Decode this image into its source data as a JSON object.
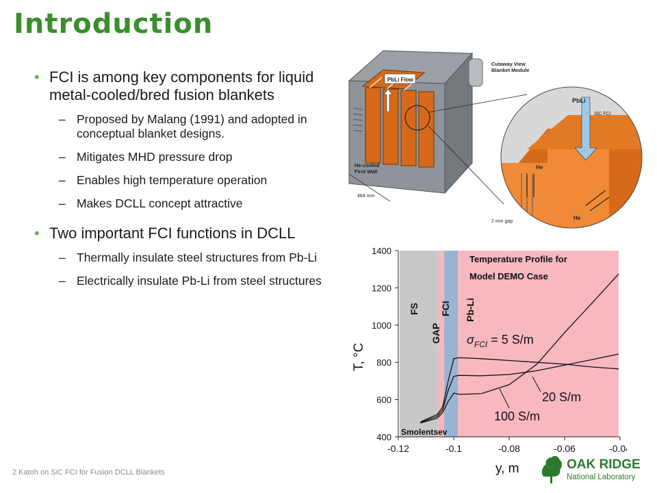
{
  "title": "Introduction",
  "bullets": [
    {
      "text": "FCI is among key components for liquid metal-cooled/bred fusion blankets",
      "sub": [
        "Proposed by Malang (1991) and adopted in conceptual blanket designs.",
        "Mitigates MHD pressure drop",
        "Enables high temperature operation",
        "Makes DCLL concept attractive"
      ]
    },
    {
      "text": "Two important FCI functions in DCLL",
      "sub": [
        "Thermally insulate steel structures from Pb-Li",
        "Electrically insulate Pb-Li from steel structures"
      ]
    }
  ],
  "footer": "2  Katoh on SiC FCI for Fusion DCLL Blankets",
  "blanket_figure": {
    "pbli_flow": "PbLi Flow",
    "cutaway_line1": "Cutaway View",
    "cutaway_line2": "Blanket Module",
    "he_cooled_line1": "He-cooled",
    "he_cooled_line2": "First Wall",
    "dimension": "484 mm",
    "pbli": "PbLi",
    "sic_fci": "SiC FCI",
    "he1": "He",
    "he2": "He",
    "gap": "2 mm gap"
  },
  "chart_data": {
    "type": "line",
    "title_line1": "Temperature Profile for",
    "title_line2": "Model DEMO Case",
    "ylabel": "T, °C",
    "xlabel": "y, m",
    "xlim": [
      -0.12,
      -0.04
    ],
    "ylim": [
      400,
      1400
    ],
    "xticks": [
      "-0.12",
      "-0.1",
      "-0.08",
      "-0.06",
      "-0.04"
    ],
    "xticks_v": [
      -0.12,
      -0.1,
      -0.08,
      -0.06,
      -0.04
    ],
    "yticks": [
      "400",
      "600",
      "800",
      "1000",
      "1200",
      "1400"
    ],
    "yticks_v": [
      400,
      600,
      800,
      1000,
      1200,
      1400
    ],
    "regions": [
      {
        "label": "FS",
        "x0": -0.1195,
        "x1": -0.1055,
        "color": "#c8c8c8"
      },
      {
        "label": "GAP",
        "x0": -0.1055,
        "x1": -0.1035,
        "color": "#f7b6bc"
      },
      {
        "label": "FCI",
        "x0": -0.1035,
        "x1": -0.0985,
        "color": "#9ab3d1"
      },
      {
        "label": "Pb-Li",
        "x0": -0.0985,
        "x1": -0.0405,
        "color": "#f8b8c0"
      }
    ],
    "series": [
      {
        "name": "5 S/m",
        "x": [
          -0.112,
          -0.106,
          -0.104,
          -0.102,
          -0.1,
          -0.098,
          -0.09,
          -0.08,
          -0.07,
          -0.06,
          -0.05,
          -0.0405
        ],
        "y": [
          480,
          520,
          560,
          700,
          820,
          825,
          820,
          810,
          800,
          790,
          775,
          765
        ]
      },
      {
        "name": "20 S/m",
        "x": [
          -0.112,
          -0.106,
          -0.104,
          -0.102,
          -0.1,
          -0.098,
          -0.09,
          -0.08,
          -0.07,
          -0.06,
          -0.05,
          -0.0405
        ],
        "y": [
          478,
          510,
          545,
          650,
          725,
          730,
          728,
          735,
          755,
          785,
          815,
          845
        ]
      },
      {
        "name": "100 S/m",
        "x": [
          -0.112,
          -0.106,
          -0.104,
          -0.102,
          -0.1,
          -0.098,
          -0.09,
          -0.08,
          -0.07,
          -0.06,
          -0.05,
          -0.0405
        ],
        "y": [
          474,
          500,
          530,
          590,
          635,
          628,
          632,
          680,
          790,
          960,
          1120,
          1275
        ]
      }
    ],
    "label_sigma_sym": "σ",
    "label_sigma_sub": "FCI",
    "label_5": " = 5 S/m",
    "label_20": "20 S/m",
    "label_100": "100 S/m",
    "credit": "Smolentsev"
  },
  "logo": {
    "line1": "OAK RIDGE",
    "line2": "National Laboratory",
    "color": "#2d7a2d"
  }
}
